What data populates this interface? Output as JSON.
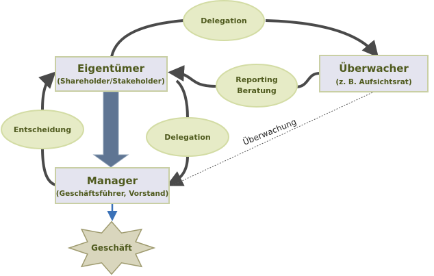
{
  "diagram": {
    "colors": {
      "box_fill": "#e4e4ef",
      "box_stroke": "#c9cfa4",
      "ellipse_fill": "#e6ebc6",
      "ellipse_stroke": "#d3dca4",
      "text": "#4f5a1e",
      "connector": "#4a4a4a",
      "big_arrow": "#5f7593",
      "small_arrow": "#3b72b8",
      "star_fill": "#d9d6bd",
      "star_stroke": "#9e9a6e"
    },
    "nodes": {
      "eigentuemer": {
        "title": "Eigentümer",
        "subtitle": "(Shareholder/Stakeholder)"
      },
      "ueberwacher": {
        "title": "Überwacher",
        "subtitle": "(z. B. Aufsichtsrat)"
      },
      "manager": {
        "title": "Manager",
        "subtitle": "(Geschäftsführer, Vorstand)"
      },
      "geschaeft": {
        "title": "Geschäft"
      }
    },
    "relations": {
      "delegation_top": "Delegation",
      "reporting_line1": "Reporting",
      "reporting_line2": "Beratung",
      "entscheidung": "Entscheidung",
      "delegation_mid": "Delegation",
      "ueberwachung": "Überwachung"
    }
  }
}
